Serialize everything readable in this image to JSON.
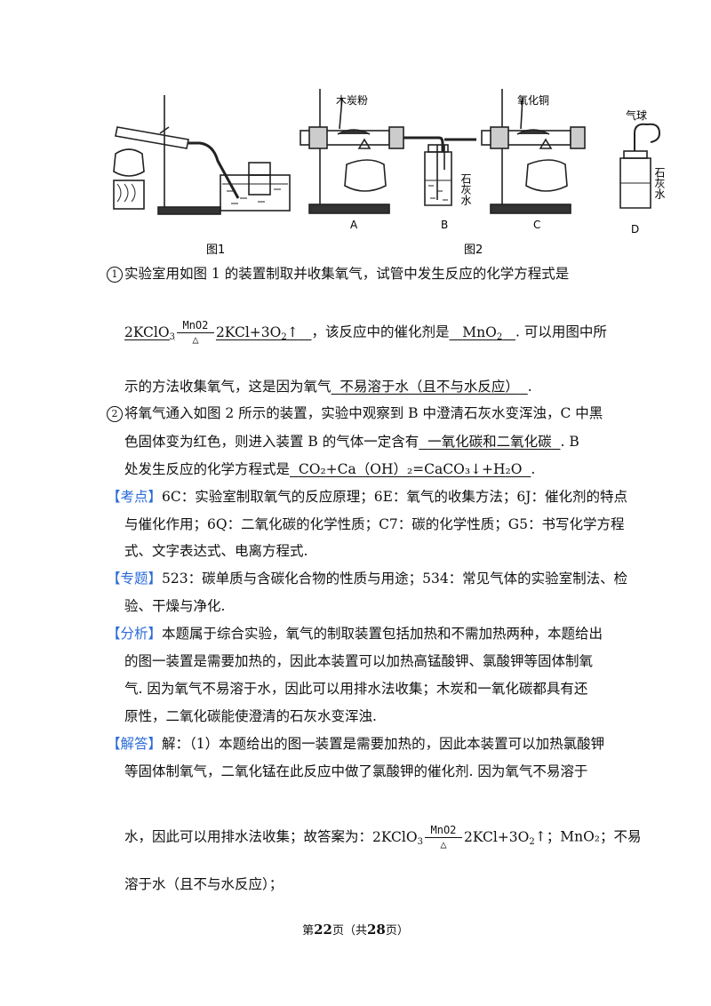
{
  "figure": {
    "fig1_caption": "图1",
    "fig2_caption": "图2",
    "label_charcoal": "木炭粉",
    "label_copper_oxide": "氧化铜",
    "label_balloon": "气球",
    "label_limewater": "石灰水",
    "label_A": "A",
    "label_B": "B",
    "label_C": "C",
    "label_D": "D"
  },
  "eq": {
    "top": "MnO2",
    "bottom": "△"
  },
  "q1": {
    "marker": "1",
    "line1": "实验室用如图 1 的装置制取并收集氧气，试管中发生反应的化学方程式是",
    "eq_left": "2KClO",
    "eq_left_sub": "3",
    "eq_right": "2KCl+3O",
    "eq_right_sub": "2",
    "eq_arrow": "↑",
    "line2_mid": "，该反应中的催化剂是",
    "catalyst": "MnO",
    "catalyst_sub": "2",
    "line2_end": ". 可以用图中所",
    "line3_start": "示的方法收集氧气，这是因为氧气",
    "reason": "不易溶于水（且不与水反应）",
    "line3_end": "."
  },
  "q2": {
    "marker": "2",
    "line1": "将氧气通入如图 2 所示的装置，实验中观察到 B 中澄清石灰水变浑浊，C 中黑",
    "line2_start": "色固体变为红色，则进入装置 B 的气体一定含有",
    "gases": "一氧化碳和二氧化碳",
    "line2_end": ". B",
    "line3_start": "处发生反应的化学方程式是",
    "equation": "CO₂+Ca（OH）₂=CaCO₃↓+H₂O",
    "line3_end": "."
  },
  "kaodian": {
    "tag": "【考点】",
    "l1": "6C：实验室制取氧气的反应原理；6E：氧气的收集方法；6J：催化剂的特点",
    "l2": "与催化作用；6Q：二氧化碳的化学性质；C7：碳的化学性质；G5：书写化学方程",
    "l3": "式、文字表达式、电离方程式."
  },
  "zhuanti": {
    "tag": "【专题】",
    "l1": "523：碳单质与含碳化合物的性质与用途；534：常见气体的实验室制法、检",
    "l2": "验、干燥与净化."
  },
  "fenxi": {
    "tag": "【分析】",
    "l1": "本题属于综合实验，氧气的制取装置包括加热和不需加热两种，本题给出",
    "l2": "的图一装置是需要加热的，因此本装置可以加热高锰酸钾、氯酸钾等固体制氧",
    "l3": "气. 因为氧气不易溶于水，因此可以用排水法收集；木炭和一氧化碳都具有还",
    "l4": "原性，二氧化碳能使澄清的石灰水变浑浊."
  },
  "jieda": {
    "tag": "【解答】",
    "l1": "解：（1）本题给出的图一装置是需要加热的，因此本装置可以加热氯酸钾",
    "l2": "等固体制氧气，二氧化锰在此反应中做了氯酸钾的催化剂. 因为氧气不易溶于",
    "l3_start": "水，因此可以用排水法收集；故答案为：",
    "l3_eq_left": "2KClO",
    "l3_eq_left_sub": "3",
    "l3_eq_right": "2KCl+3O",
    "l3_eq_right_sub": "2",
    "l3_end": "↑；MnO₂；不易",
    "l4": "溶于水（且不与水反应）；"
  },
  "footer": {
    "pre": "第",
    "page": "22",
    "mid": "页（共",
    "total": "28",
    "post": "页）"
  }
}
